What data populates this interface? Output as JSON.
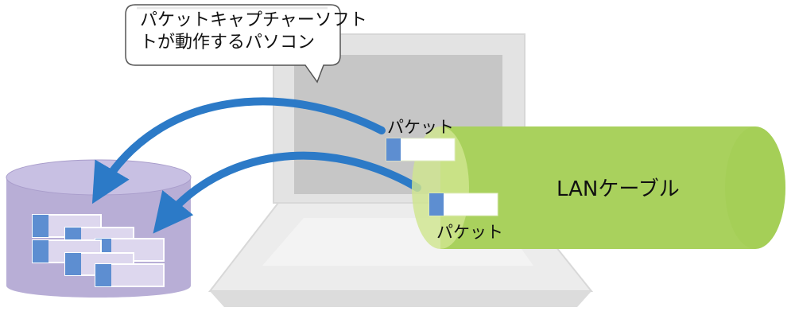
{
  "callout": {
    "text": "パケットキャプチャーソフト\nトが動作するパソコン"
  },
  "labels": {
    "packet_top": "パケット",
    "packet_bottom": "パケット",
    "lan_cable": "LANケーブル"
  },
  "colors": {
    "laptop_body": "#e3e3e3",
    "laptop_screen": "#c6c6c6",
    "cable_green": "#a9d15d",
    "arrow_blue": "#2c7ac7",
    "database_purple": "#b8aed6",
    "packet_blue": "#5d8ed1"
  }
}
